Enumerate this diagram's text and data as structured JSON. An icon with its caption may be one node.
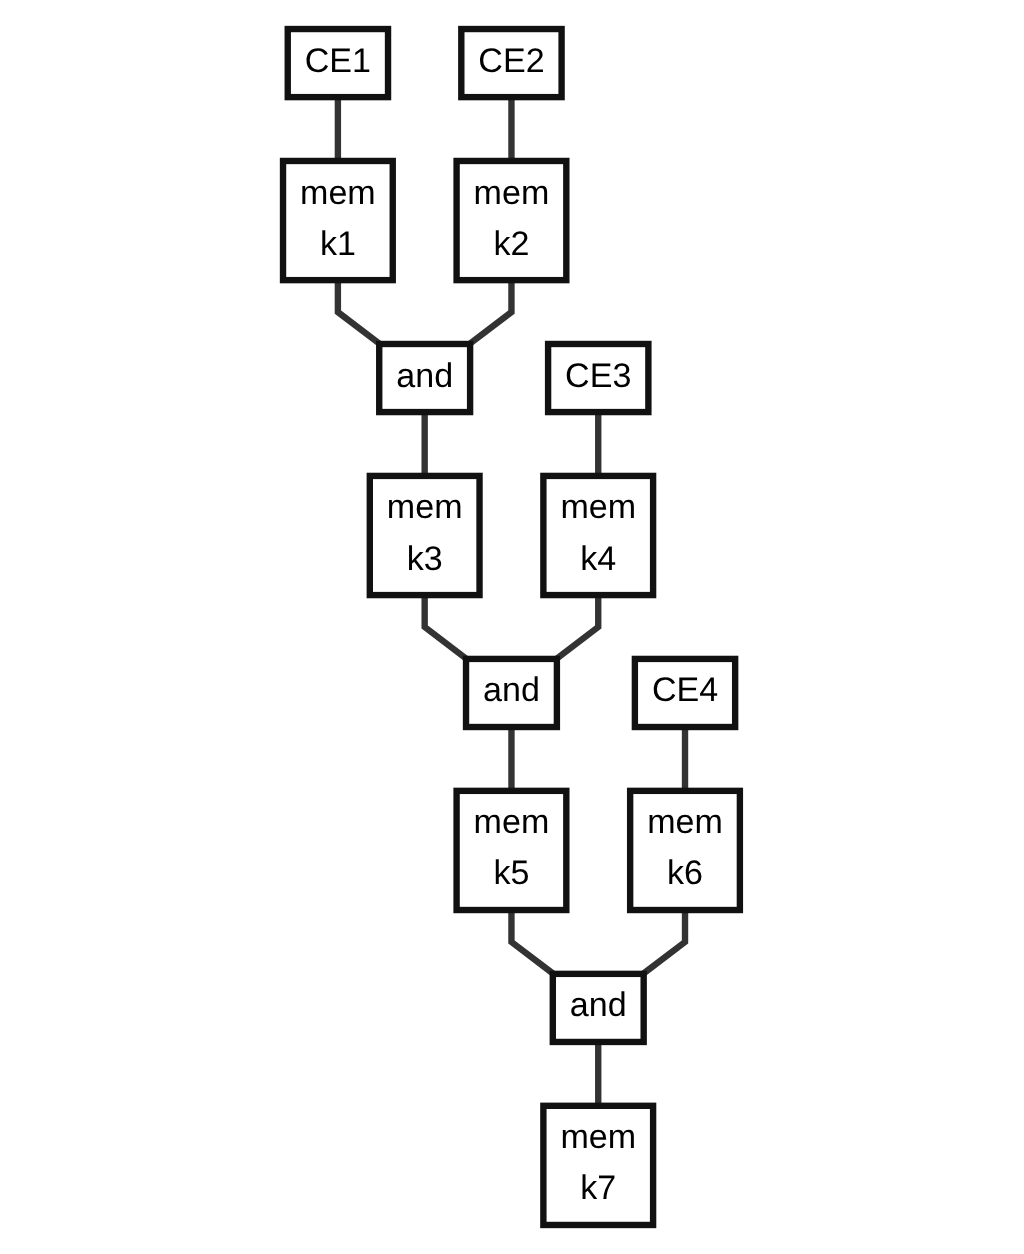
{
  "diagram": {
    "nodes": [
      {
        "text": [
          "CE1"
        ]
      },
      {
        "text": [
          "CE2"
        ]
      },
      {
        "text": [
          "mem",
          "k1"
        ]
      },
      {
        "text": [
          "mem",
          "k2"
        ]
      },
      {
        "text": [
          "and"
        ]
      },
      {
        "text": [
          "CE3"
        ]
      },
      {
        "text": [
          "mem",
          "k3"
        ]
      },
      {
        "text": [
          "mem",
          "k4"
        ]
      },
      {
        "text": [
          "and"
        ]
      },
      {
        "text": [
          "CE4"
        ]
      },
      {
        "text": [
          "mem",
          "k5"
        ]
      },
      {
        "text": [
          "mem",
          "k6"
        ]
      },
      {
        "text": [
          "and"
        ]
      },
      {
        "text": [
          "mem",
          "k7"
        ]
      }
    ],
    "edges": [
      {
        "from": 0,
        "to": 2,
        "arrow": "none"
      },
      {
        "from": 1,
        "to": 3,
        "arrow": "none"
      },
      {
        "from": 2,
        "to": 4,
        "arrow": "none"
      },
      {
        "from": 3,
        "to": 4,
        "arrow": "none"
      },
      {
        "from": 4,
        "to": 6,
        "arrow": "none"
      },
      {
        "from": 5,
        "to": 7,
        "arrow": "none"
      },
      {
        "from": 6,
        "to": 8,
        "arrow": "none"
      },
      {
        "from": 7,
        "to": 8,
        "arrow": "none"
      },
      {
        "from": 8,
        "to": 10,
        "arrow": "none"
      },
      {
        "from": 9,
        "to": 11,
        "arrow": "none"
      },
      {
        "from": 10,
        "to": 12,
        "arrow": "none"
      },
      {
        "from": 11,
        "to": 12,
        "arrow": "none"
      },
      {
        "from": 12,
        "to": 13,
        "arrow": "none"
      }
    ]
  }
}
